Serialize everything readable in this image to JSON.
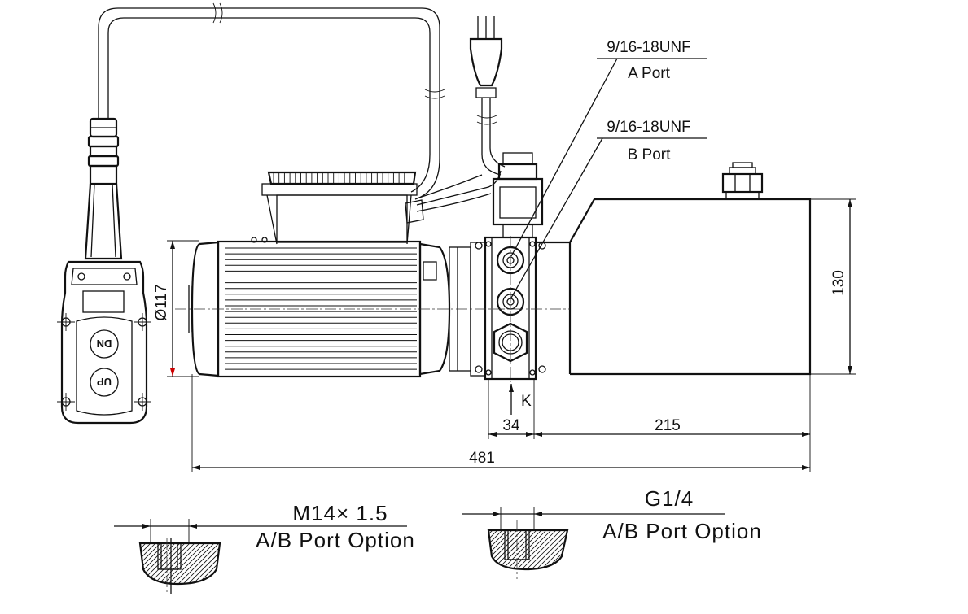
{
  "labels": {
    "port_a_thread": "9/16-18UNF",
    "port_a_name": "A Port",
    "port_b_thread": "9/16-18UNF",
    "port_b_name": "B Port",
    "dim_motor_diameter": "Ø117",
    "dim_height": "130",
    "dim_block": "34",
    "dim_tank": "215",
    "dim_total": "481",
    "label_k": "K",
    "pendant_down": "DN",
    "pendant_up": "UP",
    "detail_1_thread": "M14× 1.5",
    "detail_1_caption": "A/B Port Option",
    "detail_2_thread": "G1/4",
    "detail_2_caption": "A/B Port Option"
  }
}
